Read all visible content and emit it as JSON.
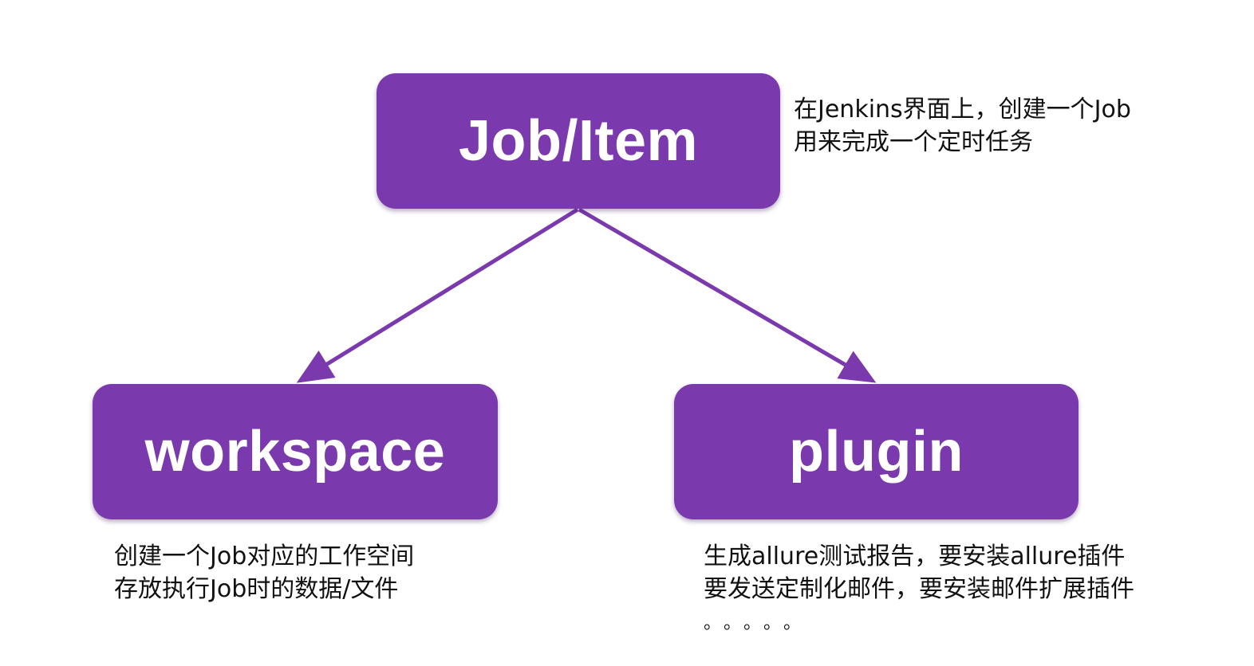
{
  "diagram": {
    "accent_color": "#7a3aad",
    "arrow_color": "#7a3aad",
    "nodes": {
      "job": {
        "label": "Job/Item"
      },
      "workspace": {
        "label": "workspace"
      },
      "plugin": {
        "label": "plugin"
      }
    },
    "edges": [
      {
        "from": "Job/Item",
        "to": "workspace"
      },
      {
        "from": "Job/Item",
        "to": "plugin"
      }
    ],
    "notes": {
      "job": {
        "lines": [
          "在Jenkins界面上，创建一个Job",
          "用来完成一个定时任务"
        ]
      },
      "workspace": {
        "lines": [
          "创建一个Job对应的工作空间",
          "存放执行Job时的数据/文件"
        ]
      },
      "plugin": {
        "lines": [
          "生成allure测试报告，要安装allure插件",
          "要发送定制化邮件，要安装邮件扩展插件"
        ],
        "ellipsis": "。。。。。"
      }
    }
  }
}
